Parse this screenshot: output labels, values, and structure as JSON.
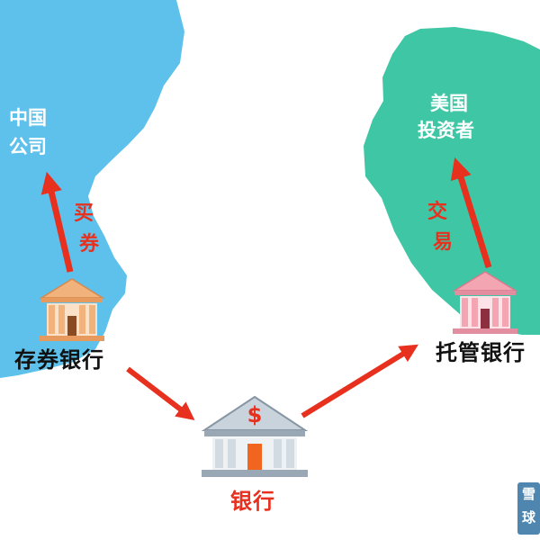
{
  "map_labels": {
    "china_line1": "中国",
    "china_line2": "公司",
    "usa_line1": "美国",
    "usa_line2": "投资者"
  },
  "arrow_labels": {
    "buy_1": "买",
    "buy_2": "券",
    "trade_1": "交",
    "trade_2": "易"
  },
  "banks": {
    "depositary": "存券银行",
    "bank": "银行",
    "custodian": "托管银行"
  },
  "bank_icon_symbol": "$",
  "watermark": {
    "line1": "雪",
    "line2": "球"
  },
  "colors": {
    "china_map": "#5ec1ec",
    "usa_map": "#3fc7a5",
    "arrow": "#e8301e",
    "depositary_bank": "#f1b27b",
    "custodian_bank": "#f4a5b2",
    "center_bank": "#c9d3dc",
    "door": "#f2651f"
  }
}
